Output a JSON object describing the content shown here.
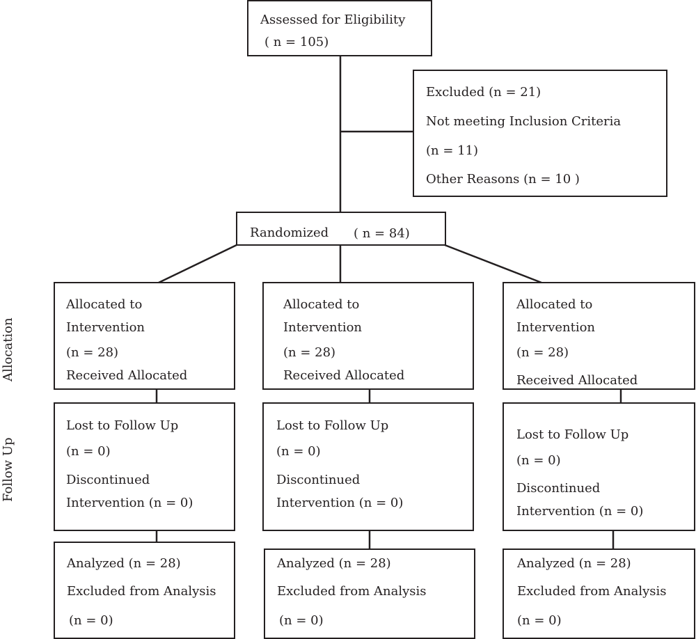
{
  "assessed": {
    "title": "Assessed for Eligibility",
    "n": "( n = 105)"
  },
  "excluded": {
    "title": "Excluded (n = 21)",
    "criteria": "Not meeting Inclusion Criteria",
    "criteria_n": "(n = 11)",
    "other": "Other Reasons (n = 10 )"
  },
  "randomized": {
    "label": "Randomized",
    "n": "( n = 84)"
  },
  "side_labels": {
    "allocation": "Allocation",
    "follow_up": "Follow Up"
  },
  "arms": [
    {
      "allocation": {
        "line1": "Allocated to",
        "line2": "Intervention",
        "n": "(n = 28)",
        "received": "Received Allocated"
      },
      "follow_up": {
        "lost": "Lost to Follow Up",
        "lost_n": "(n = 0)",
        "disc1": "Discontinued",
        "disc2": "Intervention (n = 0)"
      },
      "analysis": {
        "analyzed": "Analyzed (n = 28)",
        "excluded": "Excluded from Analysis",
        "excluded_n": "(n = 0)"
      }
    },
    {
      "allocation": {
        "line1": "Allocated to",
        "line2": "Intervention",
        "n": "(n = 28)",
        "received": "Received Allocated"
      },
      "follow_up": {
        "lost": "Lost to Follow Up",
        "lost_n": "(n = 0)",
        "disc1": "Discontinued",
        "disc2": "Intervention (n = 0)"
      },
      "analysis": {
        "analyzed": "Analyzed (n = 28)",
        "excluded": "Excluded from Analysis",
        "excluded_n": "(n = 0)"
      }
    },
    {
      "allocation": {
        "line1": "Allocated to",
        "line2": "Intervention",
        "n": "(n = 28)",
        "received": "Received Allocated"
      },
      "follow_up": {
        "lost": "Lost to Follow Up",
        "lost_n": "(n = 0)",
        "disc1": "Discontinued",
        "disc2": "Intervention (n = 0)"
      },
      "analysis": {
        "analyzed": "Analyzed (n = 28)",
        "excluded": "Excluded from Analysis",
        "excluded_n": "(n = 0)"
      }
    }
  ]
}
